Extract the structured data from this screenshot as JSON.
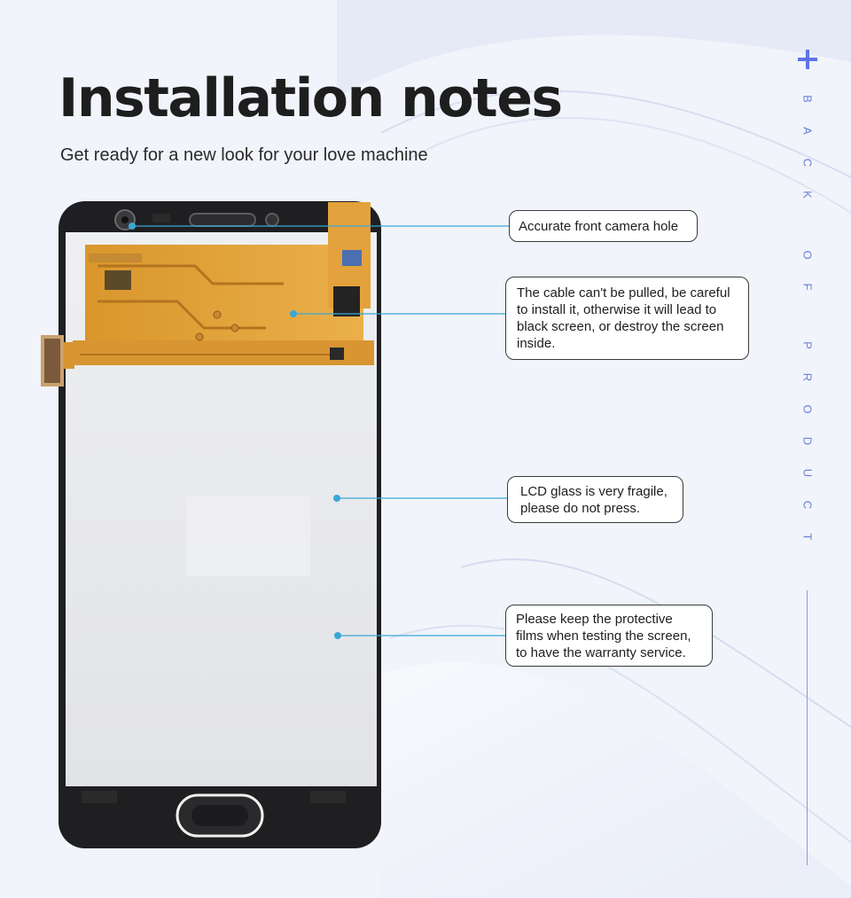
{
  "header": {
    "title": "Installation notes",
    "subtitle": "Get ready for a new look for your love machine"
  },
  "side_label": {
    "letters": [
      "B",
      "A",
      "C",
      "K",
      "",
      "O",
      "F",
      "",
      "P",
      "R",
      "O",
      "D",
      "U",
      "C",
      "T"
    ],
    "icon": "plus-icon"
  },
  "callouts": [
    {
      "id": "camera",
      "text": "Accurate front camera hole"
    },
    {
      "id": "cable",
      "text": "The cable can't be pulled, be careful to install it, otherwise it will lead to black screen, or destroy the screen inside."
    },
    {
      "id": "glass",
      "text": "LCD glass is very fragile, please do not press."
    },
    {
      "id": "films",
      "text": "Please keep the protective films when testing the screen, to have the warranty service."
    }
  ],
  "colors": {
    "accent": "#5f73e6",
    "leader_line": "#3aa7d6",
    "pcb": "#e5a63a",
    "frame": "#1f1f22",
    "panel": "#e6e7ea"
  }
}
